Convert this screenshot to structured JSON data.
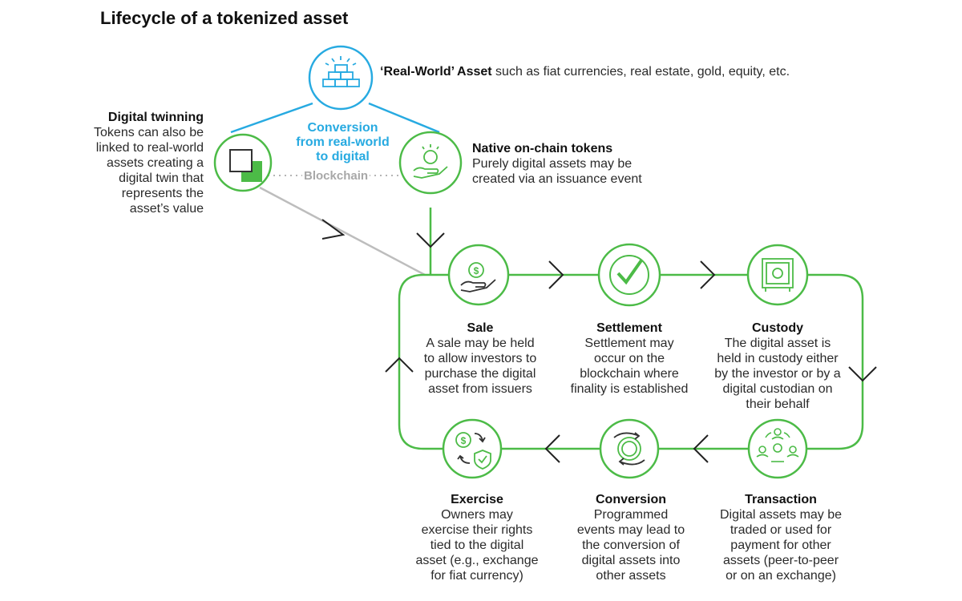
{
  "title": "Lifecycle of a tokenized asset",
  "real_world": {
    "bold": "‘Real-World’ Asset",
    "rest": " such as fiat currencies, real estate, gold, equity, etc."
  },
  "conversion_lines": [
    "Conversion",
    "from real-world",
    "to digital"
  ],
  "blockchain": "Blockchain",
  "digital_twinning": {
    "heading": "Digital twinning",
    "lines": [
      "Tokens can also be",
      "linked to real-world",
      "assets creating a",
      "digital twin that",
      "represents the",
      "asset’s value"
    ]
  },
  "native": {
    "heading": "Native on-chain tokens",
    "lines": [
      "Purely digital assets may be",
      "created via an issuance event"
    ]
  },
  "stages": {
    "sale": {
      "heading": "Sale",
      "lines": [
        "A sale may be held",
        "to allow investors to",
        "purchase the digital",
        "asset from issuers"
      ]
    },
    "settlement": {
      "heading": "Settlement",
      "lines": [
        "Settlement may",
        "occur on the",
        "blockchain where",
        "finality is established"
      ]
    },
    "custody": {
      "heading": "Custody",
      "lines": [
        "The digital asset is",
        "held in custody either",
        "by the investor or by a",
        "digital custodian on",
        "their behalf"
      ]
    },
    "exercise": {
      "heading": "Exercise",
      "lines": [
        "Owners may",
        "exercise their rights",
        "tied to the digital",
        "asset (e.g., exchange",
        "for fiat currency)"
      ]
    },
    "conversion": {
      "heading": "Conversion",
      "lines": [
        "Programmed",
        "events may lead to",
        "the conversion of",
        "digital assets into",
        "other assets"
      ]
    },
    "transaction": {
      "heading": "Transaction",
      "lines": [
        "Digital assets may be",
        "traded or used for",
        "payment for other",
        "assets (peer-to-peer",
        "or on an exchange)"
      ]
    }
  },
  "colors": {
    "green": "#4cbb47",
    "blue": "#27aae1",
    "gray": "#b5b5b5",
    "dark_green": "#2e7d32"
  },
  "icons": {
    "real_world": "gold-bars-icon",
    "digital_twin": "overlapping-squares-icon",
    "native": "hand-coin-icon",
    "sale": "hand-dollar-icon",
    "settlement": "checkmark-icon",
    "custody": "safe-icon",
    "exercise": "dollar-exchange-icon",
    "conversion": "coin-cycle-icon",
    "transaction": "people-network-icon"
  }
}
